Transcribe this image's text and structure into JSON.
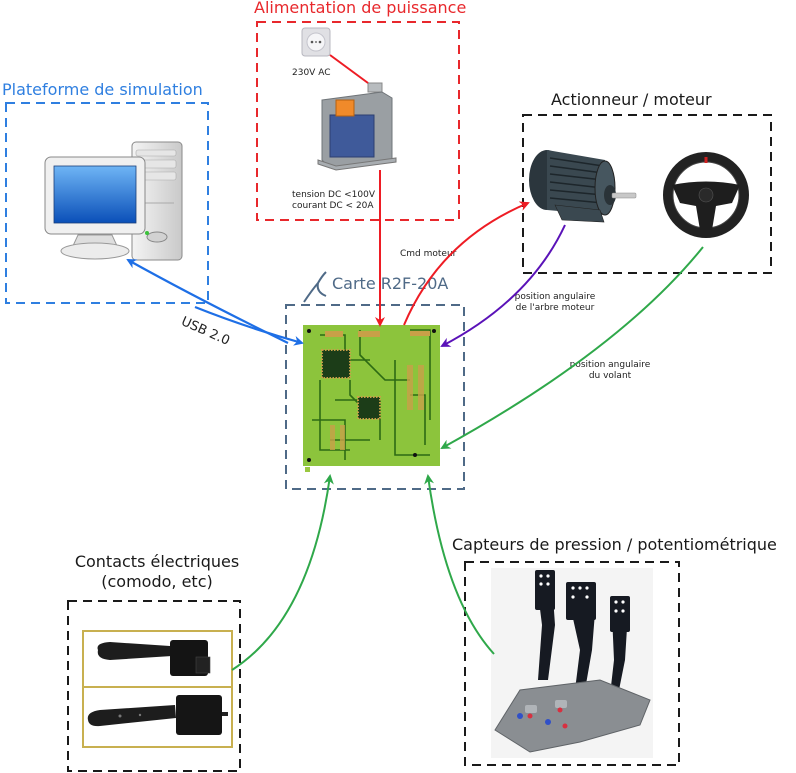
{
  "diagram": {
    "blocks": {
      "simulation": {
        "title": "Plateforme de simulation",
        "color": "#2f7fe0",
        "image": "desktop-computer"
      },
      "power": {
        "title": "Alimentation de puissance",
        "color": "#e8282c",
        "input_label": "230V AC",
        "output_label_1": "tension DC <100V",
        "output_label_2": "courant DC < 20A",
        "images": [
          "wall-socket",
          "transformer"
        ]
      },
      "actuator": {
        "title": "Actionneur / moteur",
        "color": "#1a1a1a",
        "images": [
          "electric-motor",
          "steering-wheel"
        ]
      },
      "board": {
        "title": "Carte R2F-20A",
        "color": "#4f6a87",
        "image": "pcb-board"
      },
      "contacts": {
        "title_line1": "Contacts électriques",
        "title_line2": "(comodo, etc)",
        "color": "#1a1a1a",
        "images": [
          "turn-signal-stalk",
          "wiper-stalk"
        ]
      },
      "sensors": {
        "title": "Capteurs de pression / potentiométrique",
        "color": "#1a1a1a",
        "image": "pedal-set"
      }
    },
    "links": [
      {
        "label": "USB 2.0",
        "from": "board",
        "to": "simulation",
        "color": "#1e6fe6"
      },
      {
        "label": "",
        "from": "power",
        "to": "board",
        "color": "#ee1c24"
      },
      {
        "label": "Cmd moteur",
        "from": "board",
        "to": "actuator",
        "color": "#ee1c24"
      },
      {
        "label_line1": "position angulaire",
        "label_line2": "de l'arbre moteur",
        "from": "actuator",
        "to": "board",
        "color": "#5a12b8"
      },
      {
        "label_line1": "position angulaire",
        "label_line2": "du volant",
        "from": "actuator",
        "to": "board",
        "color": "#2fa84a"
      },
      {
        "label": "",
        "from": "contacts",
        "to": "board",
        "color": "#2fa84a"
      },
      {
        "label": "",
        "from": "sensors",
        "to": "board",
        "color": "#2fa84a"
      }
    ]
  }
}
